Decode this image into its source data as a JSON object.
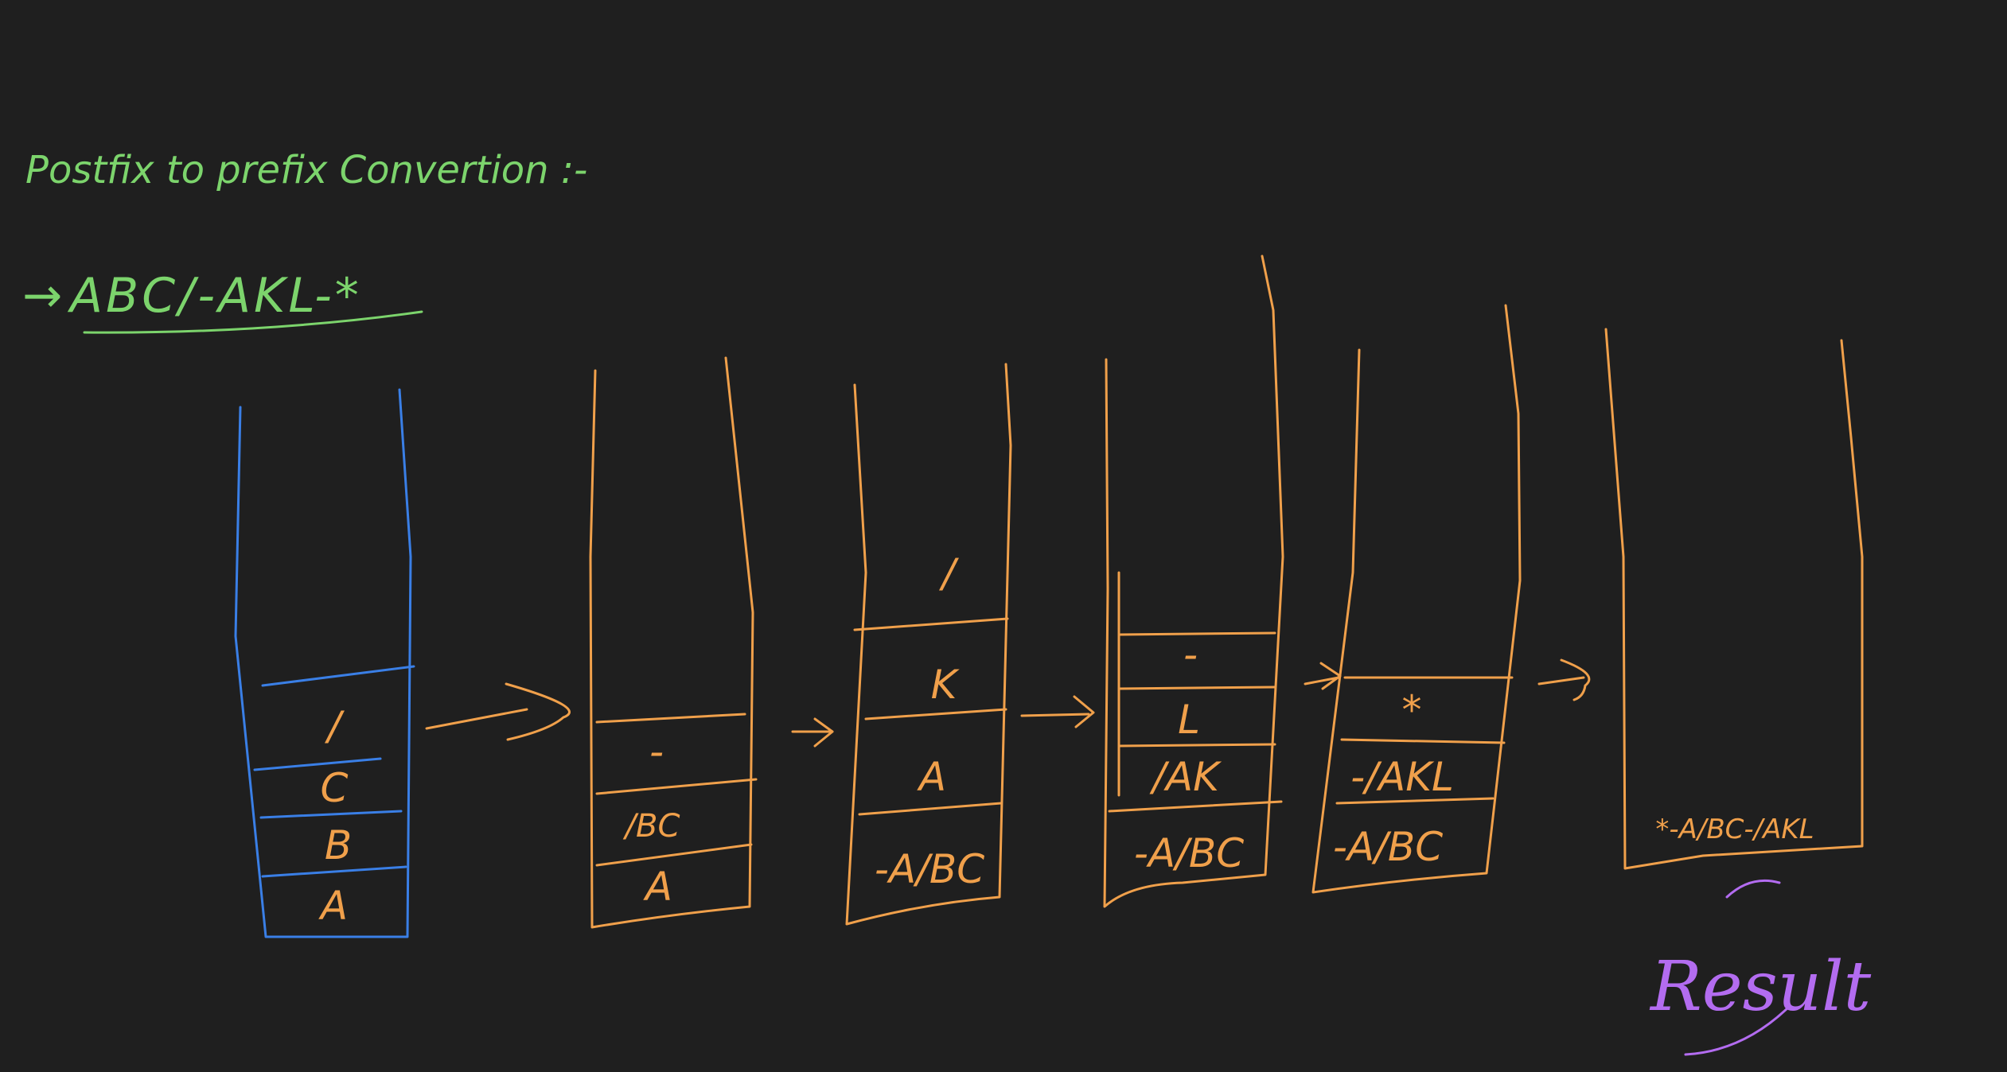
{
  "title": "Postfix to prefix Convertion :-",
  "expression": {
    "arrow": "→",
    "text": "ABC/-AKL-*"
  },
  "stacks": [
    {
      "color": "#3a7fe6",
      "cells": [
        "/",
        "C",
        "B",
        "A"
      ]
    },
    {
      "color": "#f0a04b",
      "cells": [
        "-",
        "/BC",
        "A"
      ]
    },
    {
      "color": "#f0a04b",
      "cells": [
        "/",
        "K",
        "A",
        "-A/BC"
      ]
    },
    {
      "color": "#f0a04b",
      "cells": [
        "-",
        "L",
        "/AK",
        "-A/BC"
      ]
    },
    {
      "color": "#f0a04b",
      "cells": [
        "*",
        "-/AKL",
        "-A/BC"
      ]
    },
    {
      "color": "#f0a04b",
      "cells": [
        "*-A/BC-/AKL"
      ]
    }
  ],
  "result_label": "Result",
  "colors": {
    "background": "#1f1f1f",
    "green": "#7cd46c",
    "blue": "#3a7fe6",
    "orange": "#f0a04b",
    "purple": "#b36cf0"
  }
}
